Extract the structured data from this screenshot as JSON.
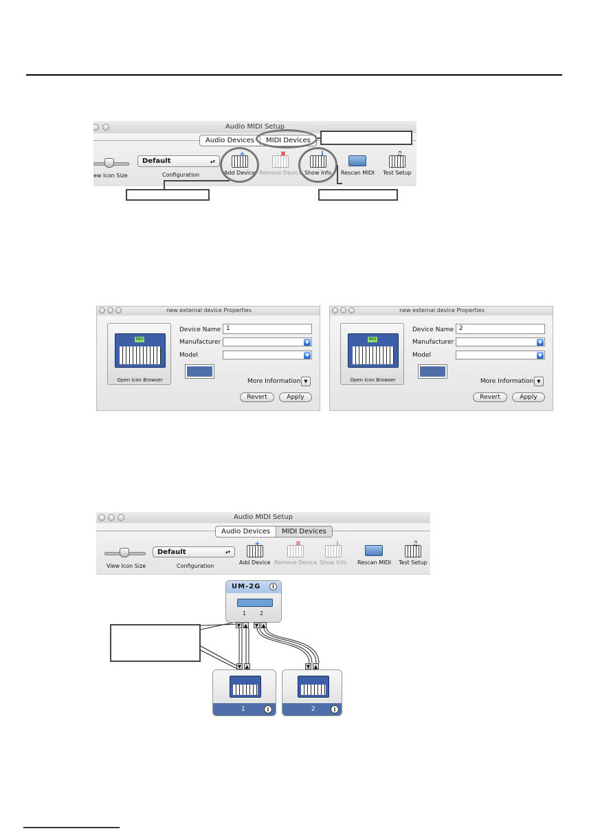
{
  "screenshot1": {
    "window_title": "Audio MIDI Setup",
    "tabs": [
      "Audio Devices",
      "MIDI Devices"
    ],
    "config_value": "Default",
    "labels": {
      "view_icon_size": "ew Icon Size",
      "configuration": "Configuration"
    },
    "toolbar": [
      {
        "label": "Add Device",
        "icon": "add-device-icon",
        "enabled": true
      },
      {
        "label": "Remove Device",
        "icon": "remove-device-icon",
        "enabled": false
      },
      {
        "label": "Show Info",
        "icon": "show-info-icon",
        "enabled": true
      },
      {
        "label": "Rescan MIDI",
        "icon": "rescan-midi-icon",
        "enabled": true
      },
      {
        "label": "Test Setup",
        "icon": "test-setup-icon",
        "enabled": true
      }
    ]
  },
  "properties": [
    {
      "window_title": "new external device Properties",
      "open_icon_browser": "Open Icon Browser",
      "device_name_label": "Device Name",
      "device_name_value": "1",
      "manufacturer_label": "Manufacturer",
      "model_label": "Model",
      "more_info": "More Information",
      "revert": "Revert",
      "apply": "Apply",
      "midi_text": "MIDI"
    },
    {
      "window_title": "new external device Properties",
      "open_icon_browser": "Open Icon Browser",
      "device_name_label": "Device Name",
      "device_name_value": "2",
      "manufacturer_label": "Manufacturer",
      "model_label": "Model",
      "more_info": "More Information",
      "revert": "Revert",
      "apply": "Apply",
      "midi_text": "MIDI"
    }
  ],
  "screenshot3": {
    "window_title": "Audio MIDI Setup",
    "tabs": [
      "Audio Devices",
      "MIDI Devices"
    ],
    "config_value": "Default",
    "labels": {
      "view_icon_size": "View Icon Size",
      "configuration": "Configuration"
    },
    "toolbar": [
      {
        "label": "Add Device",
        "enabled": true
      },
      {
        "label": "Remove Device",
        "enabled": false
      },
      {
        "label": "Show Info",
        "enabled": false
      },
      {
        "label": "Rescan MIDI",
        "enabled": true
      },
      {
        "label": "Test Setup",
        "enabled": true
      }
    ],
    "interface": {
      "name": "UM-2G",
      "ports": [
        "1",
        "2"
      ]
    },
    "devices": [
      {
        "name": "1"
      },
      {
        "name": "2"
      }
    ]
  },
  "colors": {
    "ring": "#777777",
    "device_blue": "#3d5fa8",
    "device_footer": "#4f6fa8",
    "interface_header": "#a9c3e6"
  }
}
